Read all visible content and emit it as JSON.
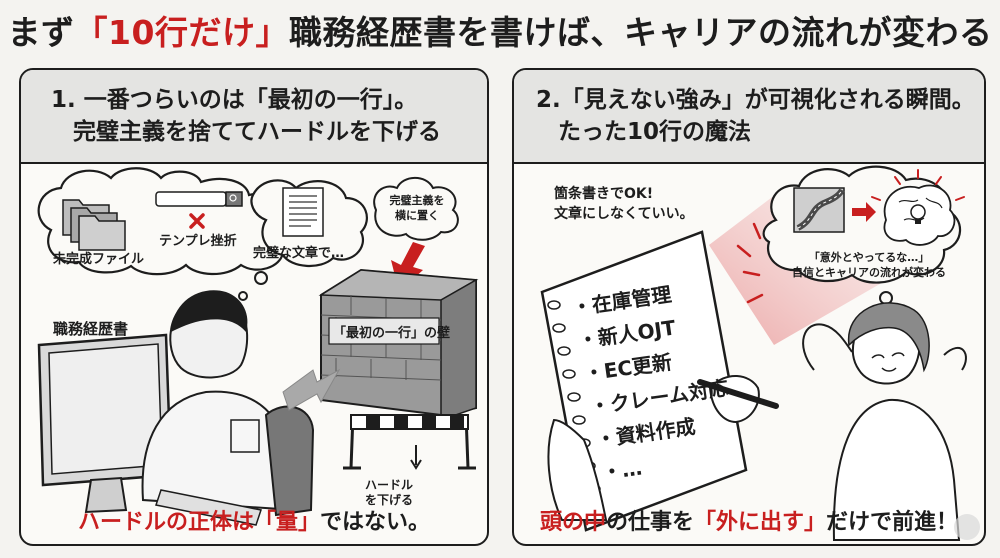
{
  "headline": {
    "prefix": "まず",
    "highlight": "「10行だけ」",
    "suffix": "職務経歴書を書けば、キャリアの流れが変わる"
  },
  "left_panel": {
    "title_line1": "1. 一番つらいのは「最初の一行」。",
    "title_line2": "完璧主義を捨ててハードルを下げる",
    "thought_labels": {
      "files": "未完成ファイル",
      "template": "テンプレ挫折",
      "perfect_text": "完璧な文章で…"
    },
    "cloud_note": [
      "完璧主義を",
      "横に置く"
    ],
    "monitor_label": "職務経歴書",
    "wall_label": "「最初の一行」の壁",
    "hurdle_label": [
      "ハードル",
      "を下げる"
    ],
    "footer": {
      "part1": "ハードルの正体は",
      "part2": "「量」",
      "part3": "ではない。"
    }
  },
  "right_panel": {
    "title_line1": "2.「見えない強み」が可視化される瞬間。",
    "title_line2": "たった10行の魔法",
    "instruction": [
      "箇条書きでOK!",
      "文章にしなくていい。"
    ],
    "notebook_items": [
      "・在庫管理",
      "・新人OJT",
      "・EC更新",
      "・クレーム対応",
      "・資料作成",
      "・…"
    ],
    "thought_text": [
      "「意外とやってるな…」",
      "自信とキャリアの流れが変わる"
    ],
    "footer": {
      "part1": "頭の中",
      "part2": "の仕事を",
      "part3": "「外に出す」",
      "part4": "だけで前進！"
    }
  },
  "colors": {
    "accent_red": "#c81f1f",
    "ink": "#1d1d1d",
    "panel_header": "#e4e4e2",
    "background": "#f4f3f0"
  }
}
